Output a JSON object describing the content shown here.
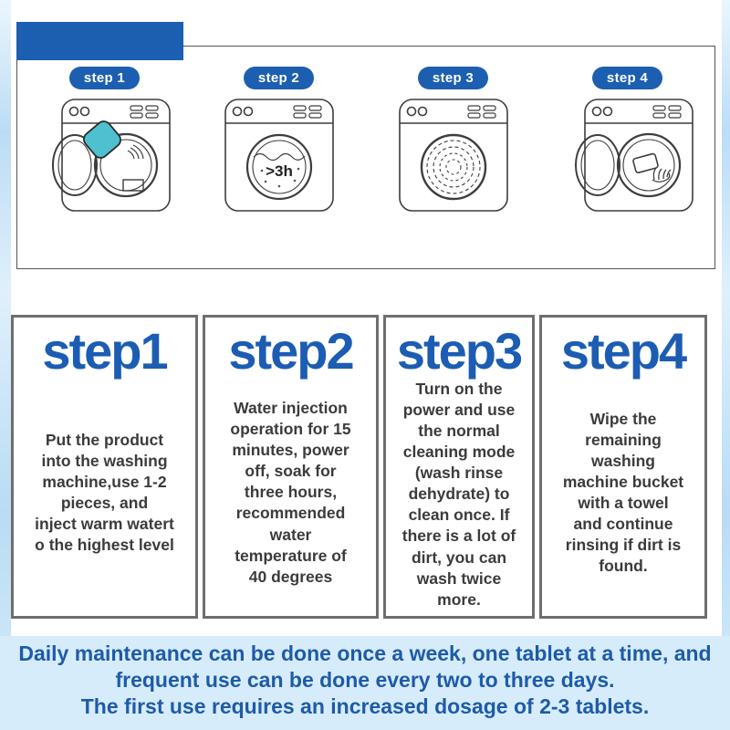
{
  "colors": {
    "brand-blue": "#1c5fb0",
    "heading-blue": "#1c5db3",
    "footer-text": "#1e5ba9",
    "light-blue-bg": "#d7ecfa",
    "tablet-teal": "#4ec0cf",
    "body-text": "#3b3b3b",
    "column-border": "#6e6e6e"
  },
  "diagram": {
    "steps": [
      {
        "badge": "step 1",
        "illustration": "tablet-into-open-drum"
      },
      {
        "badge": "step 2",
        "illustration": "soaking-drum",
        "drum_label": ">3h"
      },
      {
        "badge": "step 3",
        "illustration": "dirty-swirl-drum"
      },
      {
        "badge": "step 4",
        "illustration": "wipe-drum-with-towel"
      }
    ]
  },
  "steps": [
    {
      "title": "step1",
      "description_lines": [
        "Put the product",
        "into the washing",
        "machine,use 1-2",
        "pieces, and",
        "inject warm watert",
        "o the highest level"
      ]
    },
    {
      "title": "step2",
      "description_lines": [
        "Water injection",
        "operation for 15",
        "minutes, power",
        "off, soak for",
        "three hours,",
        "recommended",
        "water",
        "temperature of",
        "40 degrees"
      ]
    },
    {
      "title": "step3",
      "description_lines": [
        "Turn on the",
        "power and use",
        "the normal",
        "cleaning mode",
        "(wash rinse",
        "dehydrate) to",
        "clean once. If",
        "there is a lot of",
        "dirt, you can",
        "wash twice",
        "more."
      ]
    },
    {
      "title": "step4",
      "description_lines": [
        "Wipe the",
        "remaining",
        "washing",
        "machine bucket",
        "with a towel",
        "and continue",
        "rinsing if dirt is",
        "found."
      ]
    }
  ],
  "footer": {
    "lines": [
      "Daily maintenance can be done once a week, one tablet at a time, and",
      "frequent use can be done every two to three days.",
      "The first use requires an increased dosage of 2-3 tablets."
    ]
  }
}
